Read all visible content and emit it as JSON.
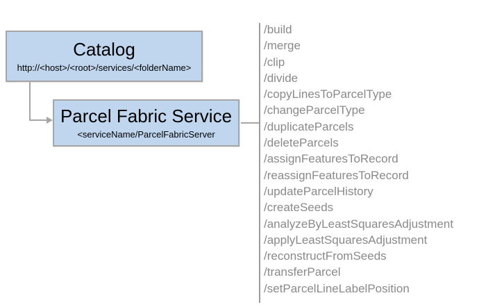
{
  "diagram": {
    "catalog_box": {
      "title": "Catalog",
      "subtitle": "http://<host>/<root>/services/<folderName>"
    },
    "service_box": {
      "title": "Parcel Fabric Service",
      "subtitle": "<serviceName/ParcelFabricServer"
    },
    "operations": [
      "/build",
      "/merge",
      "/clip",
      "/divide",
      "/copyLinesToParcelType",
      "/changeParcelType",
      "/duplicateParcels",
      "/deleteParcels",
      "/assignFeaturesToRecord",
      "/reassignFeaturesToRecord",
      "/updateParcelHistory",
      "/createSeeds",
      "/analyzeByLeastSquaresAdjustment",
      "/applyLeastSquaresAdjustment",
      "/reconstructFromSeeds",
      "/transferParcel",
      "/setParcelLineLabelPosition"
    ],
    "colors": {
      "box_fill": "#bfd6ee",
      "box_border": "#a6a6a6",
      "box_text": "#000000",
      "connector": "#a6a6a6",
      "divider": "#9b9b9b",
      "list_text": "#8a8a8a"
    }
  }
}
